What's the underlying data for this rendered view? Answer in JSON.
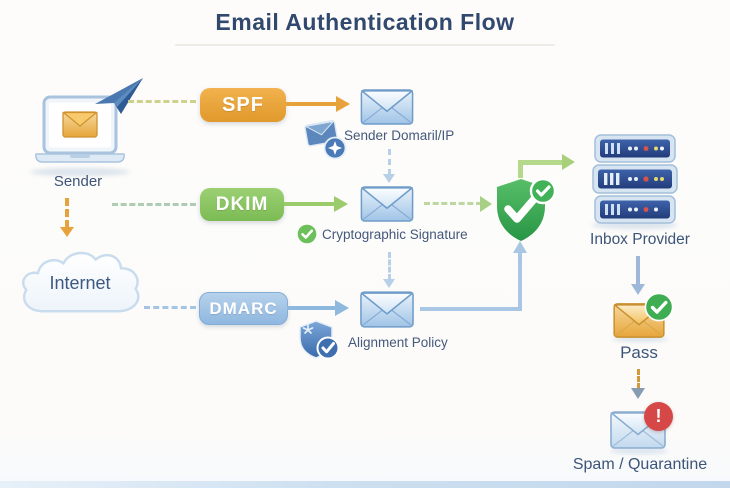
{
  "title": "Email Authentication Flow",
  "nodes": {
    "sender": "Sender",
    "internet": "Internet",
    "inbox_provider": "Inbox Provider",
    "pass": "Pass",
    "spam": "Spam / Quarantine"
  },
  "protocols": {
    "spf": {
      "badge": "SPF",
      "check": "Sender Domaril/IP"
    },
    "dkim": {
      "badge": "DKIM",
      "check": "Cryptographic Signature"
    },
    "dmarc": {
      "badge": "DMARC",
      "check": "Alignment Policy"
    }
  },
  "alert_mark": "!",
  "colors": {
    "spf_orange": "#E8A23C",
    "dkim_green": "#8CC863",
    "dmarc_blue": "#9FC2E4",
    "shield_green": "#35A24E",
    "pass_green": "#3FAE52",
    "alert_red": "#D64848",
    "text_dark": "#3B5478"
  }
}
